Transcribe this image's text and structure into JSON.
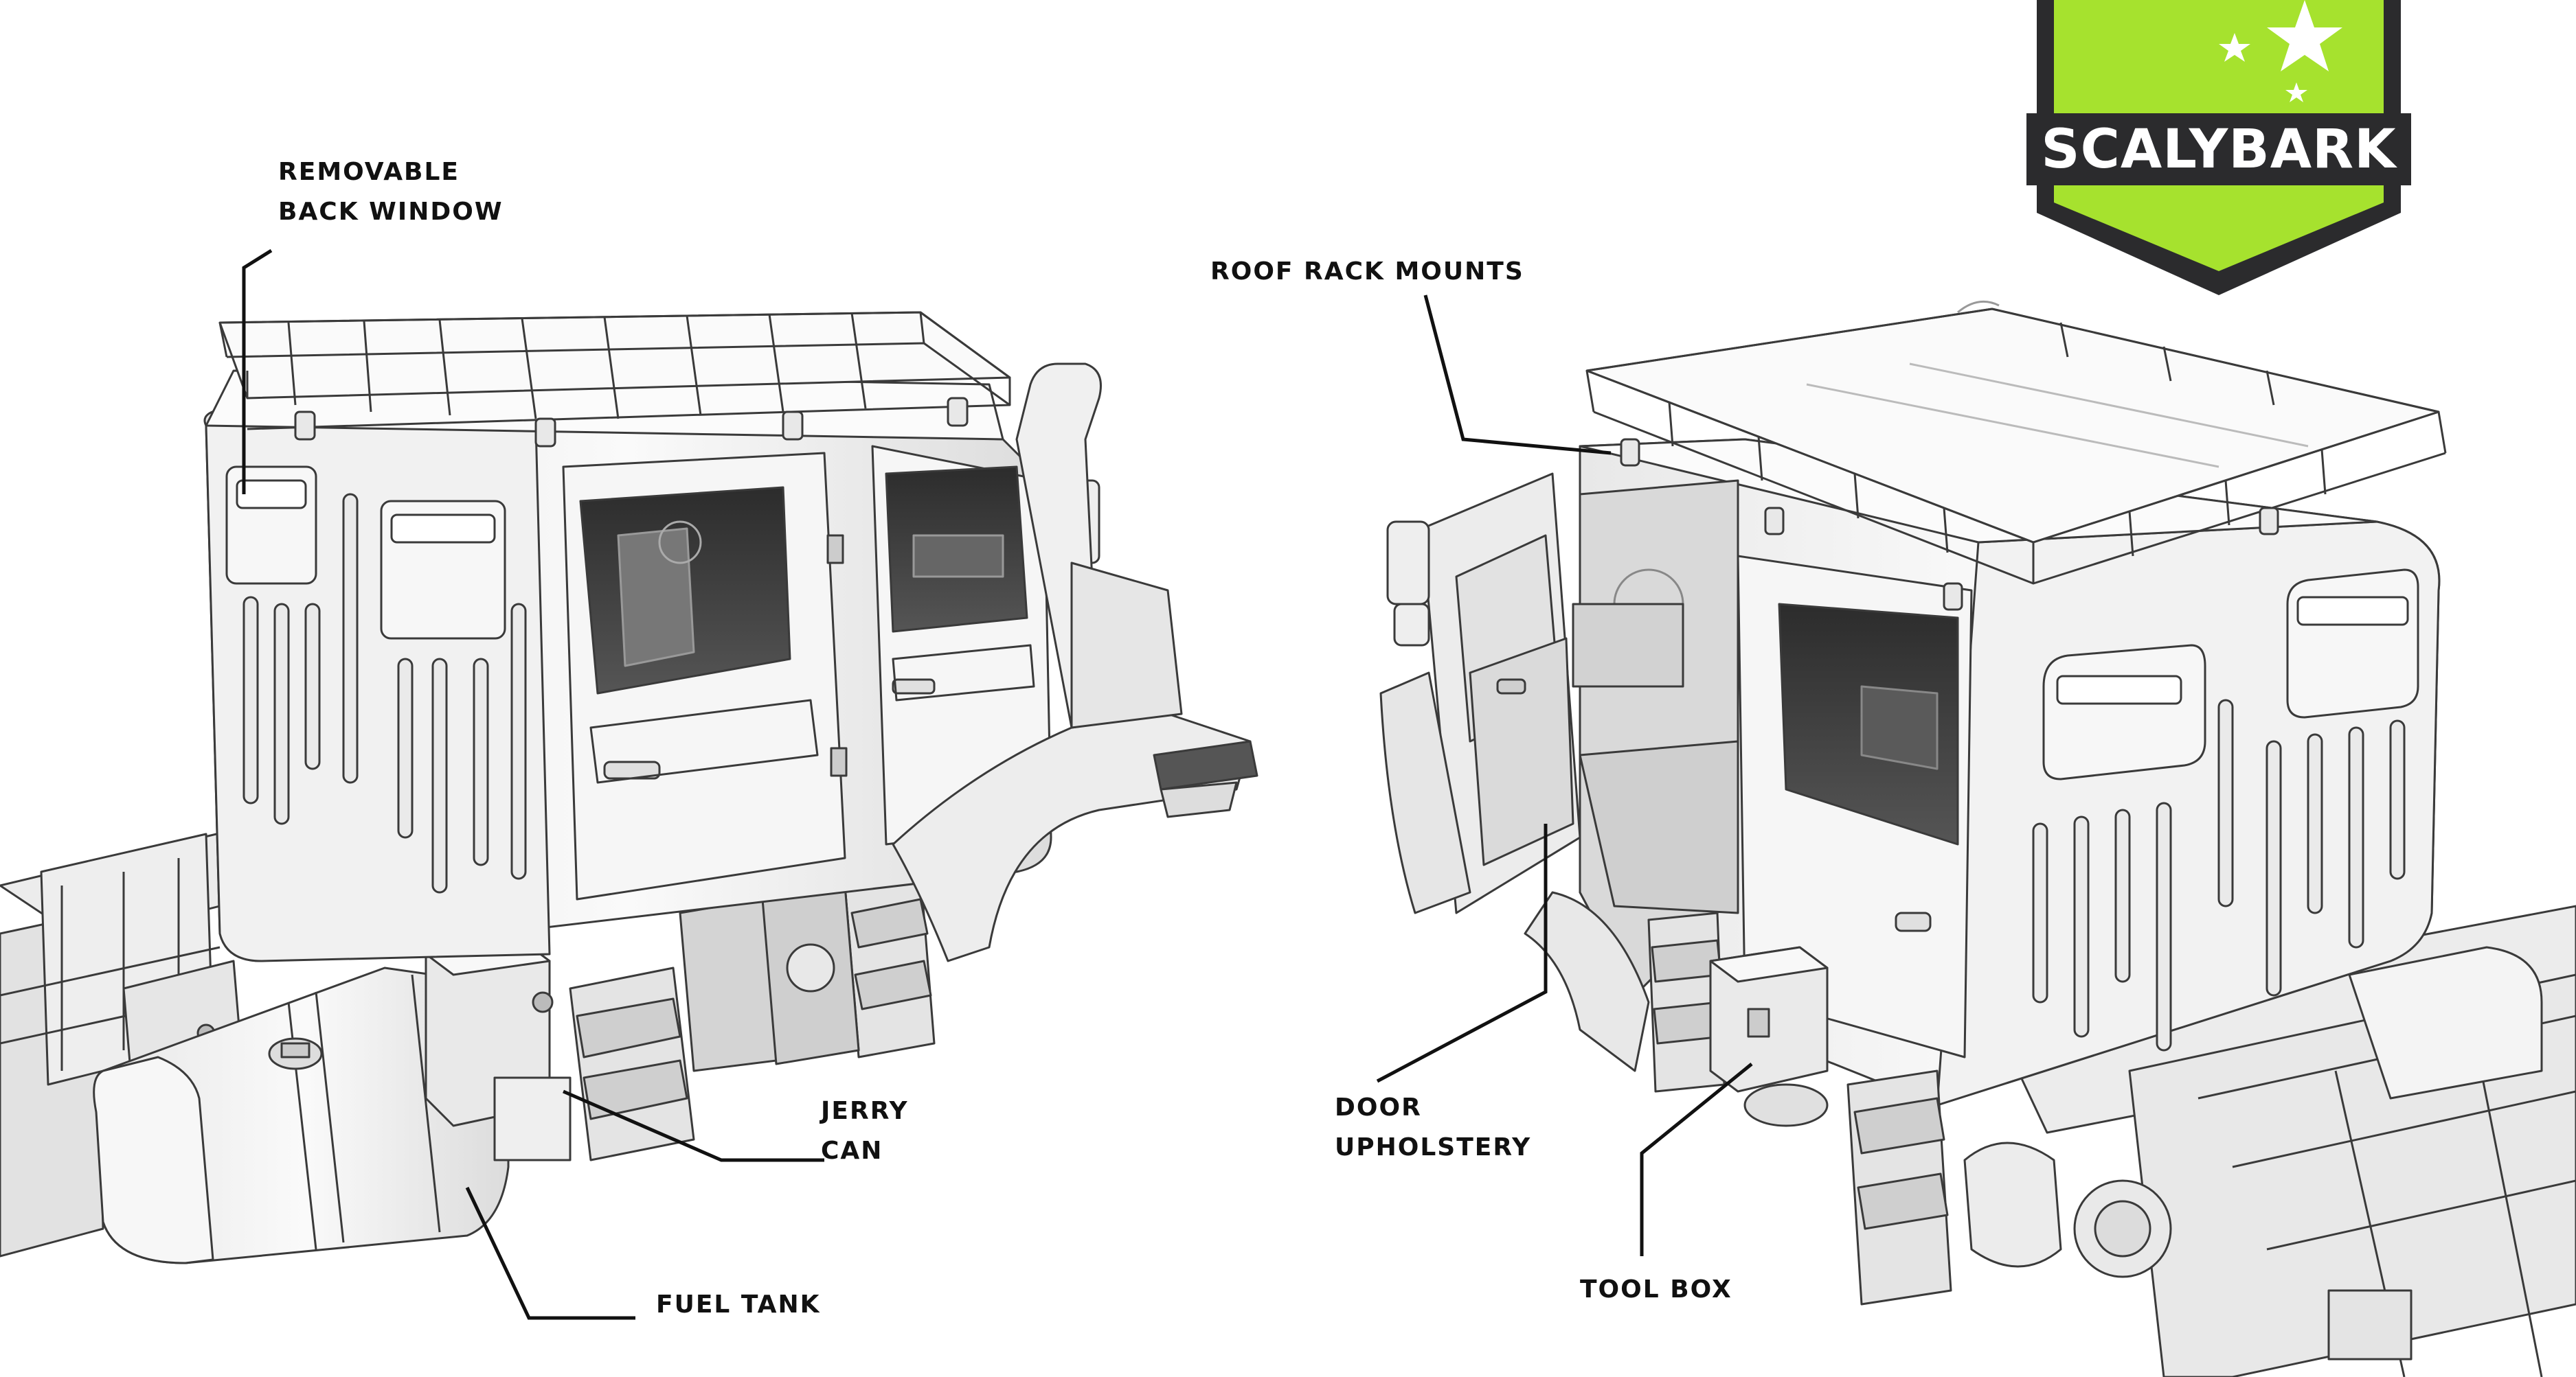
{
  "brand": {
    "name": "SCALYBARK",
    "colors": {
      "accent": "#a6e22e",
      "dark": "#2b2b2d",
      "light": "#ffffff"
    }
  },
  "callouts": {
    "back_window": {
      "line1": "REMOVABLE",
      "line2": "BACK WINDOW"
    },
    "roof_rack": {
      "line1": "ROOF RACK MOUNTS"
    },
    "jerry_can": {
      "line1": "JERRY",
      "line2": "CAN"
    },
    "fuel_tank": {
      "line1": "FUEL TANK"
    },
    "door_upholstery": {
      "line1": "DOOR",
      "line2": "UPHOLSTERY"
    },
    "tool_box": {
      "line1": "TOOL BOX"
    }
  },
  "illustration": {
    "subject": "truck-cab-rear-left-view and truck-cab-front-right-view",
    "colors": {
      "line": "#3a3a3a",
      "fill": "#f3f3f3",
      "shade": "#d9d9d9",
      "dark": "#2a2a2a"
    }
  }
}
